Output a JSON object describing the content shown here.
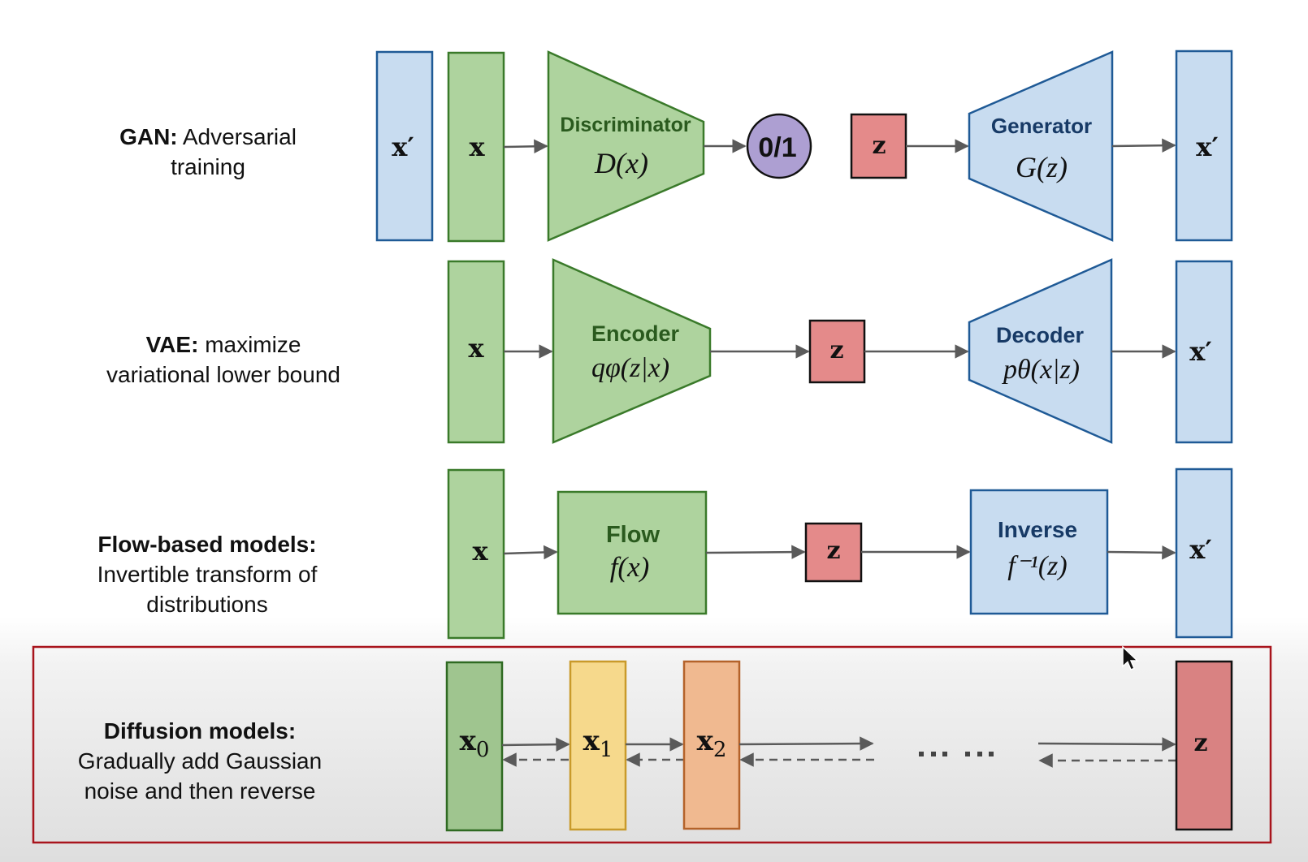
{
  "rows": [
    {
      "id": "gan",
      "title": "GAN:",
      "lines": [
        "Adversarial",
        "training"
      ],
      "blocks": {
        "input_fake": "x′",
        "input_real": "x",
        "discriminator_name": "Discriminator",
        "discriminator_formula": "D(x)",
        "output": "0/1",
        "latent": "z",
        "generator_name": "Generator",
        "generator_formula": "G(z)",
        "output_fake": "x′"
      }
    },
    {
      "id": "vae",
      "title": "VAE:",
      "lines": [
        "maximize",
        "variational lower bound"
      ],
      "blocks": {
        "input": "x",
        "encoder_name": "Encoder",
        "encoder_formula": "qφ(z|x)",
        "latent": "z",
        "decoder_name": "Decoder",
        "decoder_formula": "pθ(x|z)",
        "output": "x′"
      }
    },
    {
      "id": "flow",
      "title": "Flow-based models:",
      "lines": [
        "Invertible transform of",
        "distributions"
      ],
      "blocks": {
        "input": "x",
        "flow_name": "Flow",
        "flow_formula": "f(x)",
        "latent": "z",
        "inverse_name": "Inverse",
        "inverse_formula": "f⁻¹(z)",
        "output": "x′"
      }
    },
    {
      "id": "diffusion",
      "title": "Diffusion models:",
      "lines": [
        "Gradually add Gaussian",
        "noise and then reverse"
      ],
      "highlighted": true,
      "blocks": {
        "x0": "x0",
        "x1": "x1",
        "x2": "x2",
        "ellipsis": "... ...",
        "latent": "z"
      }
    }
  ],
  "colors": {
    "green_fill": "#aed39e",
    "green_stroke": "#3a7a2a",
    "green_text": "#2a5a1e",
    "blue_fill": "#c8dcf0",
    "blue_stroke": "#1f5a96",
    "blue_text": "#173a66",
    "red_fill": "#e48a8a",
    "purple_fill": "#ad9fd2",
    "yellow_fill": "#f6d98c",
    "yellow_stroke": "#c99a2a",
    "orange_fill": "#f0b990",
    "orange_stroke": "#b4622a",
    "highlight_frame": "#a8141c",
    "arrow": "#5a5a5a"
  }
}
